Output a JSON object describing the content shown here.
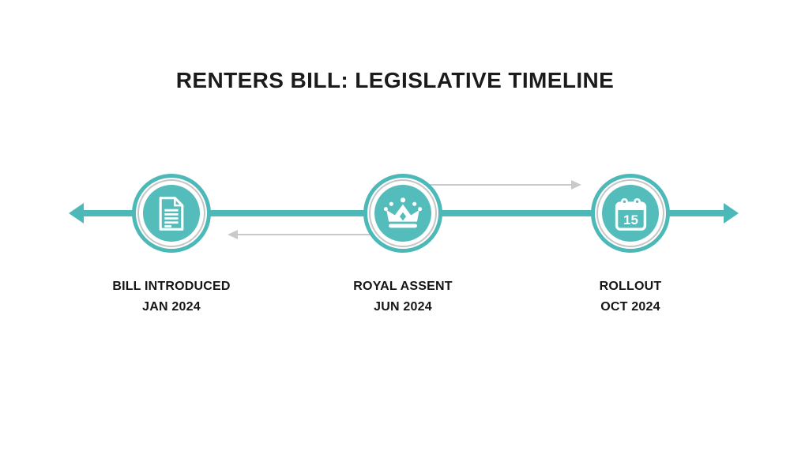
{
  "title": "RENTERS BILL: LEGISLATIVE TIMELINE",
  "colors": {
    "accent_teal": "#4DB8B8",
    "node_fill_teal": "#55BCBC",
    "ring_gray": "#C6C6C6",
    "flow_arrow_gray": "#C9C9C9",
    "text": "#1B1B1B",
    "background": "#FFFFFF",
    "icon": "#FFFFFF"
  },
  "timeline": {
    "style": "horizontal-double-arrow",
    "flow_arrows": [
      {
        "direction": "right",
        "from": "royal-assent",
        "to": "rollout"
      },
      {
        "direction": "left",
        "from": "royal-assent",
        "to": "bill-introduced"
      }
    ]
  },
  "nodes": [
    {
      "id": "bill-introduced",
      "icon": "document-icon",
      "label": "BILL INTRODUCED",
      "date": "JAN 2024"
    },
    {
      "id": "royal-assent",
      "icon": "crown-icon",
      "label": "ROYAL ASSENT",
      "date": "JUN 2024"
    },
    {
      "id": "rollout",
      "icon": "calendar-icon",
      "label": "ROLLOUT",
      "date": "OCT 2024",
      "icon_text": "15"
    }
  ]
}
